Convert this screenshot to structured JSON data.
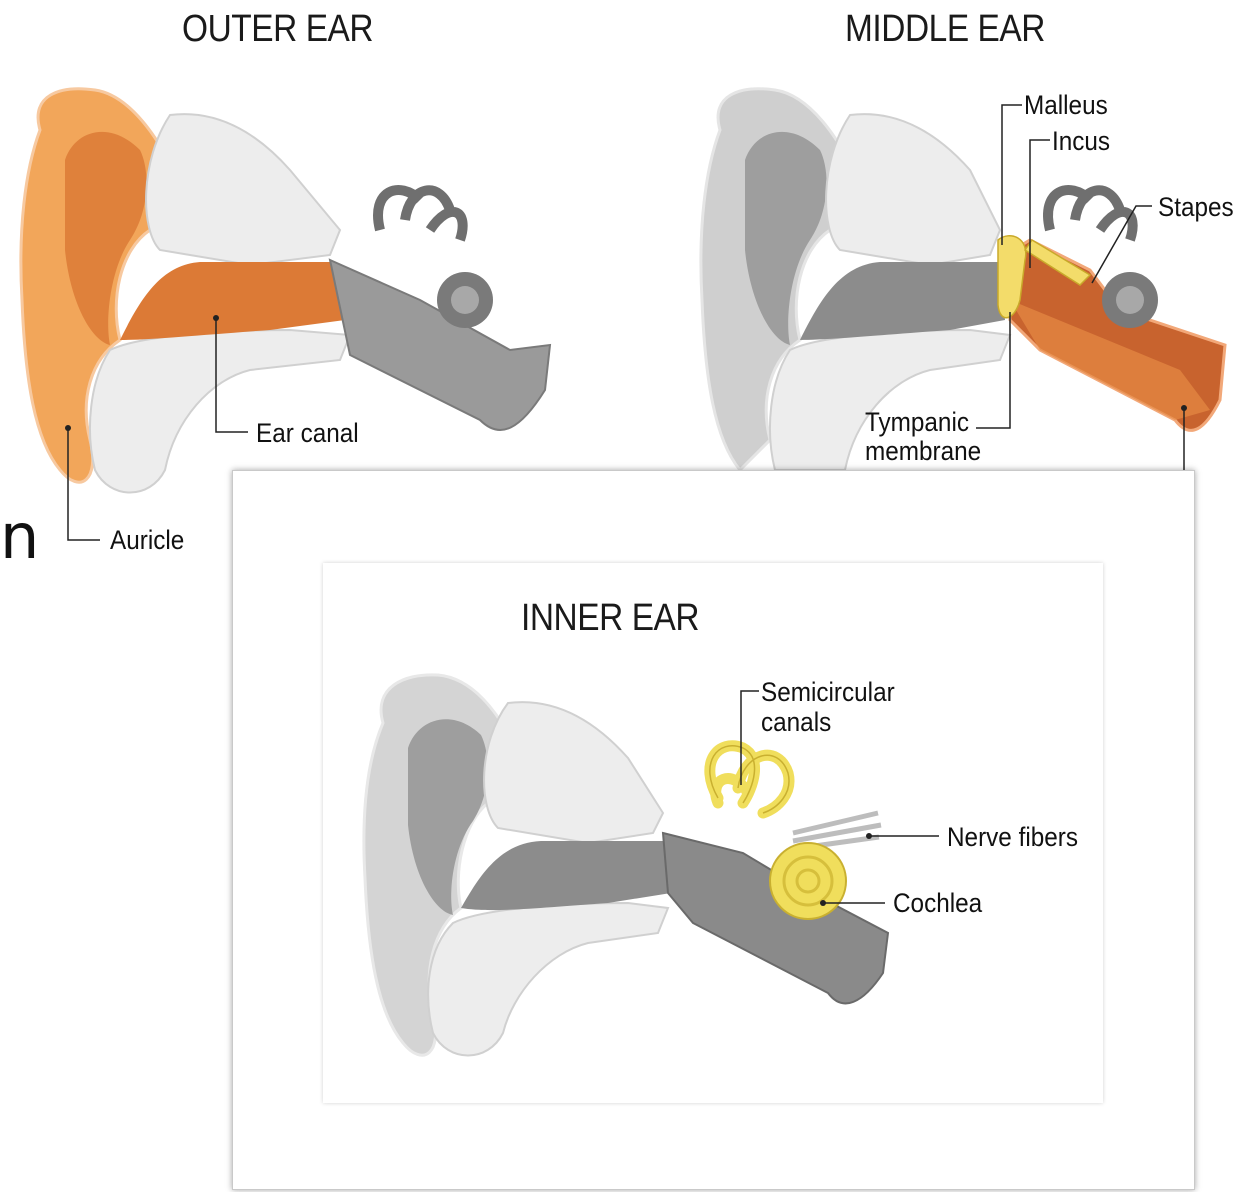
{
  "outer_ear": {
    "title": "OUTER EAR",
    "labels": {
      "auricle": "Auricle",
      "ear_canal": "Ear canal"
    }
  },
  "middle_ear": {
    "title": "MIDDLE EAR",
    "labels": {
      "malleus": "Malleus",
      "incus": "Incus",
      "stapes": "Stapes",
      "tympanic_membrane_line1": "Tympanic",
      "tympanic_membrane_line2": "membrane"
    }
  },
  "inner_ear": {
    "title": "INNER EAR",
    "labels": {
      "semicircular_canals_line1": "Semicircular",
      "semicircular_canals_line2": "canals",
      "nerve_fibers": "Nerve fibers",
      "cochlea": "Cochlea"
    }
  },
  "edge_text": "n",
  "colors": {
    "outer_highlight": "#f2a65a",
    "outer_deep": "#dc7a36",
    "middle_highlight": "#b5562a",
    "ossicles": "#f3dc6a",
    "inner_highlight": "#f0de5c",
    "bone": "#ededed",
    "gray_skin": "#cfcfcf",
    "dark_gray": "#6f6f6f"
  }
}
